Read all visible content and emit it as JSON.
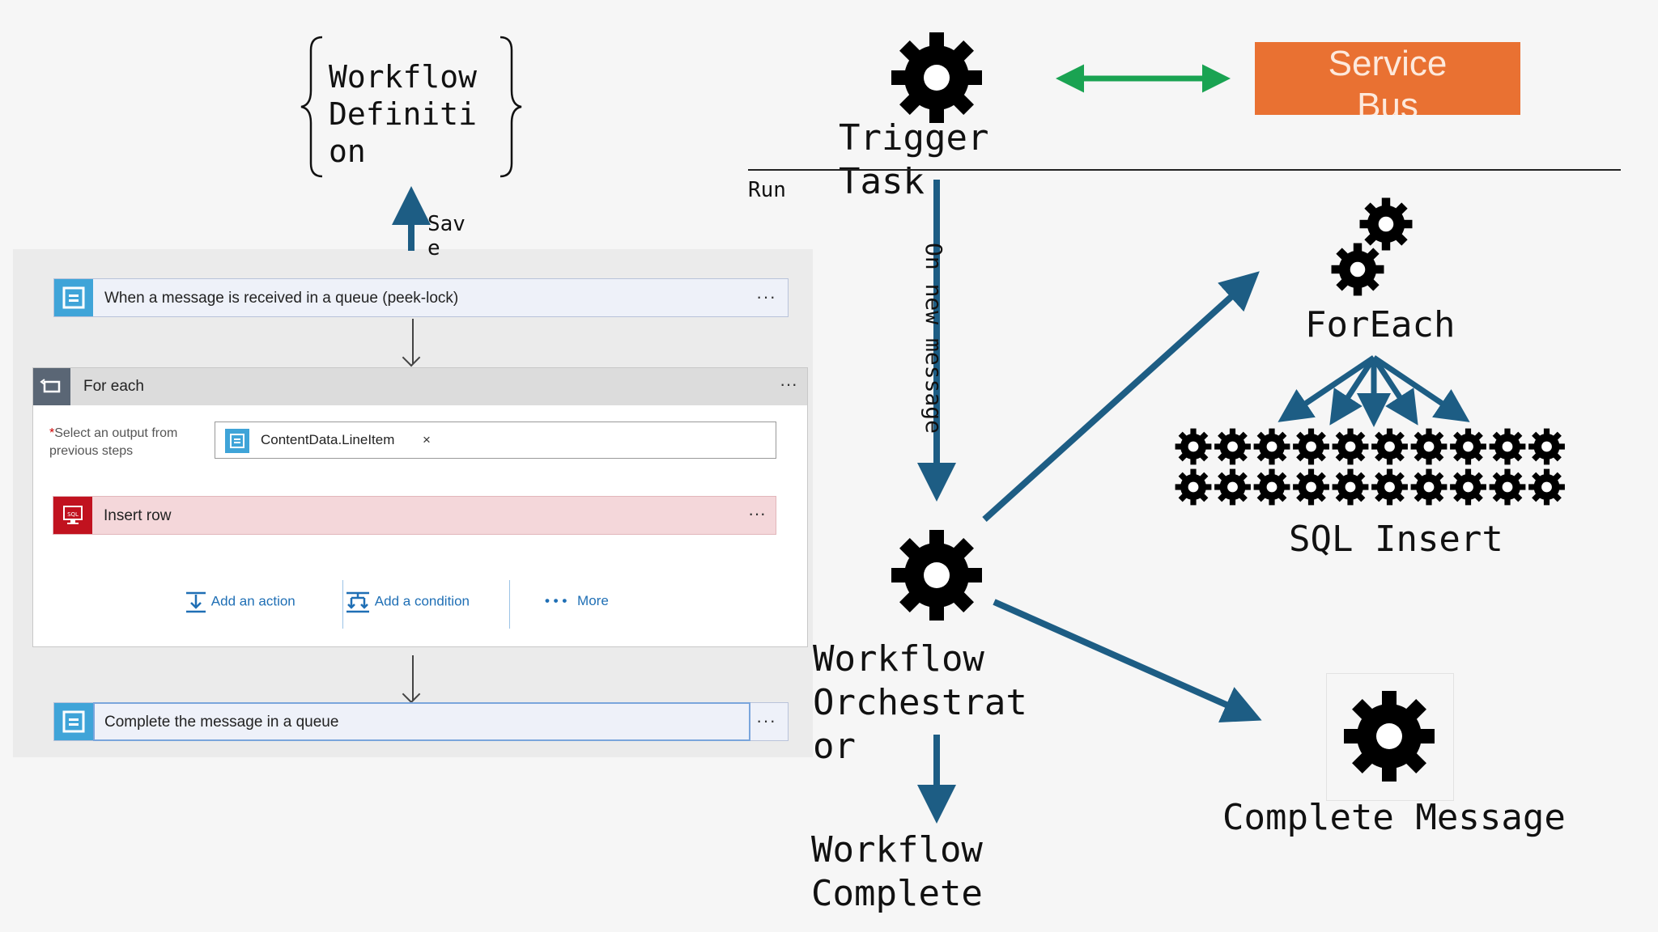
{
  "diagram": {
    "workflow_definition": "Workflow\nDefiniti\non",
    "save_label": "Sav\ne",
    "trigger_task": "Trigger\nTask",
    "service_bus": "Service\nBus",
    "run_label": "Run",
    "on_new_message": "On new message",
    "foreach": "ForEach",
    "sql_insert": "SQL Insert",
    "workflow_orchestrator": "Workflow\nOrchestrat\nor",
    "workflow_complete": "Workflow\nComplete",
    "complete_message": "Complete Message",
    "colors": {
      "arrow_blue": "#1d5d84",
      "arrow_green": "#1aa352",
      "service_orange": "#e97132"
    }
  },
  "designer": {
    "trigger_card": {
      "label": "When a message is received in a queue (peek-lock)",
      "menu": "···"
    },
    "foreach_card": {
      "title": "For each",
      "menu": "···",
      "required_mark": "*",
      "field_label": "Select an output from previous steps",
      "token": "ContentData.LineItem",
      "token_remove": "×",
      "insert_row": {
        "label": "Insert row",
        "menu": "···"
      },
      "add_action": "Add an action",
      "add_condition": "Add a condition",
      "more_dots": "• • •",
      "more": "More"
    },
    "complete_card": {
      "label": "Complete the message in a queue",
      "menu": "···"
    }
  }
}
